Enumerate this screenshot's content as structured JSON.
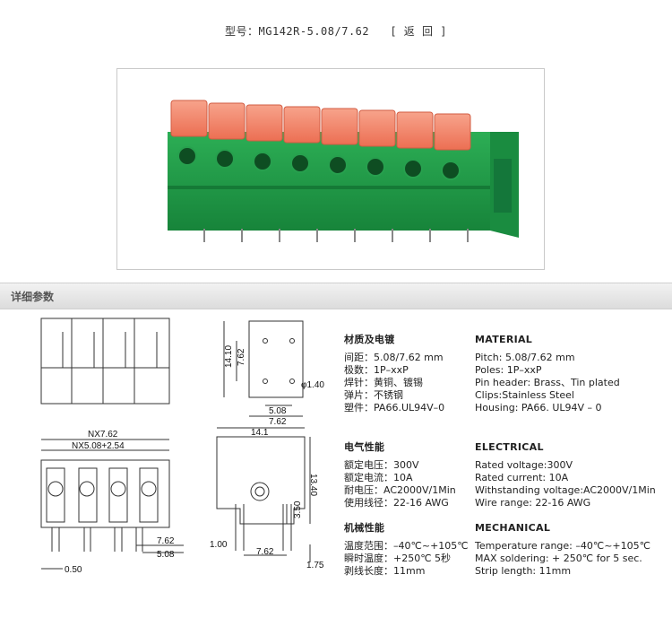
{
  "header": {
    "title": "型号：MG142R-5.08/7.62",
    "return_label": "[ 返 回 ]"
  },
  "section_title": "详细参数",
  "drawing_labels": {
    "nx762": "NX7.62",
    "nx508": "NX5.08+2.54",
    "d762": "7.62",
    "d508": "5.08",
    "d050": "0.50",
    "side_1410": "14.10",
    "side_762": "7.62",
    "side_508": "5.08",
    "side_762b": "7.62",
    "side_phi": "φ1.40",
    "sec_141": "14.1",
    "sec_1340": "13.40",
    "sec_350": "3.50",
    "sec_100": "1.00",
    "sec_762": "7.62",
    "sec_175": "1.75"
  },
  "specs_cn": {
    "material": {
      "heading": "材质及电镀",
      "rows": [
        "间距：5.08/7.62 mm",
        "极数：1P–xxP",
        "焊针：黄铜、镀锡",
        "弹片：不锈钢",
        "塑件：PA66.UL94V–0"
      ]
    },
    "electrical": {
      "heading": "电气性能",
      "rows": [
        "额定电压：300V",
        "额定电流：10A",
        "耐电压：AC2000V/1Min",
        "使用线径：22-16 AWG"
      ]
    },
    "mechanical": {
      "heading": "机械性能",
      "rows": [
        "温度范围：–40℃~+105℃",
        "瞬时温度：+250℃  5秒",
        "剥线长度：11mm"
      ]
    }
  },
  "specs_en": {
    "material": {
      "heading": "MATERIAL",
      "rows": [
        "Pitch:  5.08/7.62 mm",
        "Poles:  1P–xxP",
        "Pin header: Brass、Tin plated",
        "Clips:Stainless Steel",
        "Housing: PA66. UL94V – 0"
      ]
    },
    "electrical": {
      "heading": "ELECTRICAL",
      "rows": [
        "Rated voltage:300V",
        "Rated current: 10A",
        "Withstanding voltage:AC2000V/1Min",
        "Wire range: 22-16 AWG"
      ]
    },
    "mechanical": {
      "heading": "MECHANICAL",
      "rows": [
        "Temperature range: –40℃~+105℃",
        "MAX soldering: + 250℃ for 5 sec.",
        "Strip length: 11mm"
      ]
    }
  },
  "colors": {
    "housing_green": "#1f9a45",
    "lever_orange": "#f4876a",
    "section_bar": "#e2e2e2"
  }
}
